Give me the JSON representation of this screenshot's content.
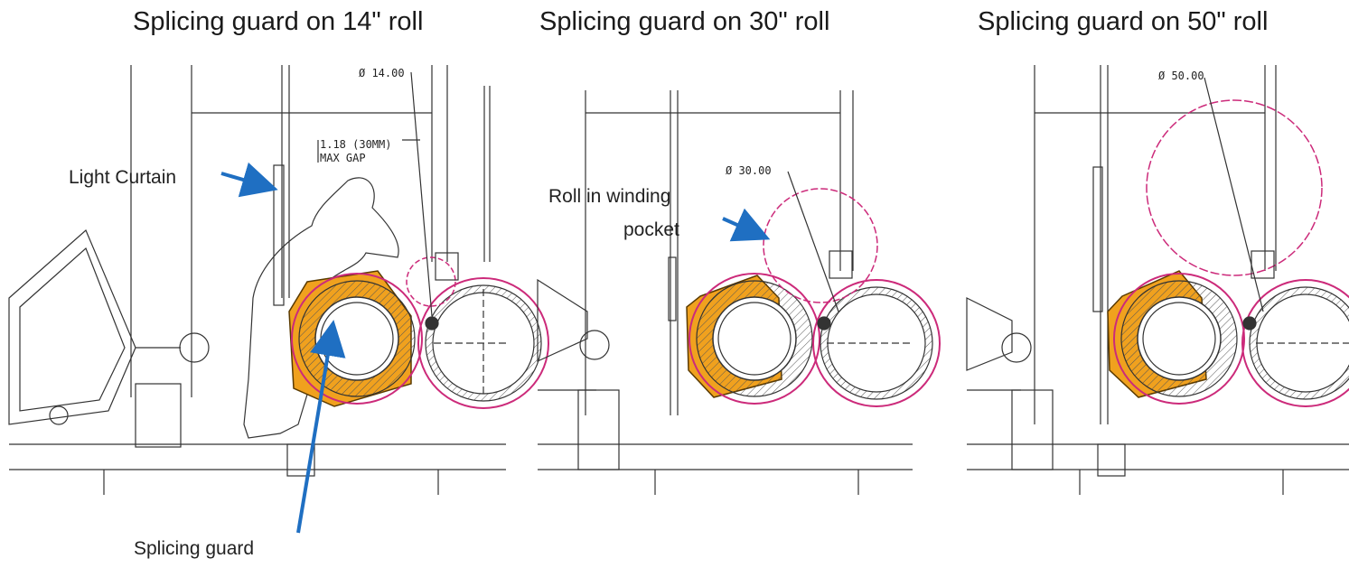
{
  "panels": [
    {
      "title": "Splicing guard on 14\" roll",
      "diameter_label": "Ø 14.00",
      "gap_label_1": "1.18 (30MM)",
      "gap_label_2": "MAX GAP"
    },
    {
      "title": "Splicing guard on 30\" roll",
      "diameter_label": "Ø 30.00"
    },
    {
      "title": "Splicing guard on 50\" roll",
      "diameter_label": "Ø 50.00"
    }
  ],
  "callouts": {
    "light_curtain": "Light Curtain",
    "roll_in_winding_line1": "Roll in winding",
    "roll_in_winding_line2": "pocket",
    "splicing_guard": "Splicing guard"
  },
  "colors": {
    "guard": "#f0a11e",
    "roll_outline": "#cc2a7a",
    "arrow": "#1f6fc2",
    "line": "#333333"
  }
}
